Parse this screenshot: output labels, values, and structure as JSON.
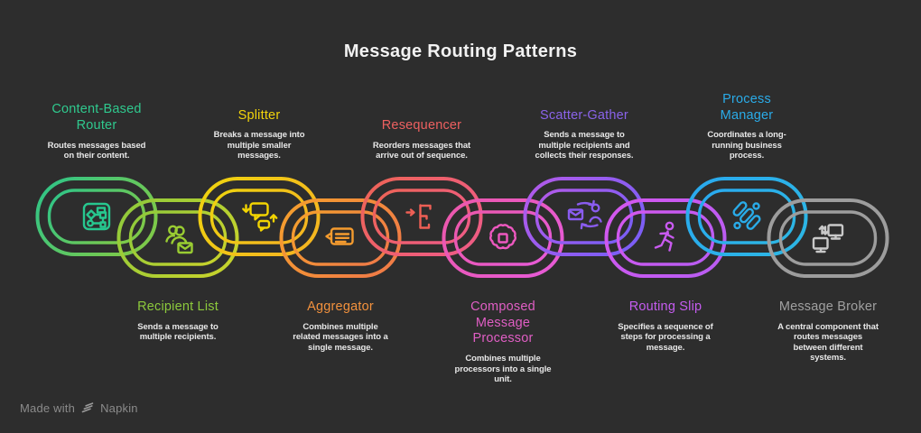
{
  "title": "Message Routing Patterns",
  "background_color": "#2d2d2d",
  "footer": {
    "made_with": "Made with",
    "brand": "Napkin"
  },
  "patterns": [
    {
      "name": "Content-Based Router",
      "label": "Content-Based\nRouter",
      "label_position": "top",
      "label_color": "#2fc98e",
      "description": "Routes messages based\non their content.",
      "icon": "chip-icon",
      "icon_color": "#27c78f",
      "link_gradient": [
        "#2bc48b",
        "#7cc94a"
      ]
    },
    {
      "name": "Recipient List",
      "label": "Recipient List",
      "label_position": "bottom",
      "label_color": "#8cc93c",
      "description": "Sends a message to\nmultiple recipients.",
      "icon": "recipients-envelope-icon",
      "icon_color": "#9acd32",
      "link_gradient": [
        "#8cc93c",
        "#c3d22d"
      ]
    },
    {
      "name": "Splitter",
      "label": "Splitter",
      "label_position": "top",
      "label_color": "#f2d40b",
      "description": "Breaks a message into\nmultiple smaller\nmessages.",
      "icon": "split-message-icon",
      "icon_color": "#f2d402",
      "link_gradient": [
        "#eed40e",
        "#f4b71f"
      ]
    },
    {
      "name": "Aggregator",
      "label": "Aggregator",
      "label_position": "bottom",
      "label_color": "#f2913d",
      "description": "Combines multiple\nrelated messages into a\nsingle message.",
      "icon": "message-lines-icon",
      "icon_color": "#f59b2e",
      "link_gradient": [
        "#f5a02c",
        "#f07d45"
      ]
    },
    {
      "name": "Resequencer",
      "label": "Resequencer",
      "label_position": "top",
      "label_color": "#ed6060",
      "description": "Reorders messages that\narrive out of sequence.",
      "icon": "reorder-flow-icon",
      "icon_color": "#ee5f55",
      "link_gradient": [
        "#ee6455",
        "#ee5c82"
      ]
    },
    {
      "name": "Composed Message Processor",
      "label": "Composed\nMessage\nProcessor",
      "label_position": "bottom",
      "label_color": "#e05ec4",
      "description": "Combines multiple\nprocessors into a single\nunit.",
      "icon": "brain-chip-icon",
      "icon_color": "#ee58c0",
      "link_gradient": [
        "#ec58a9",
        "#e75ad3"
      ]
    },
    {
      "name": "Scatter-Gather",
      "label": "Scatter-Gather",
      "label_position": "top",
      "label_color": "#8a63ea",
      "description": "Sends a message to\nmultiple recipients and\ncollects their responses.",
      "icon": "scatter-gather-icon",
      "icon_color": "#8a5cf0",
      "link_gradient": [
        "#b45ae9",
        "#7d5ef5"
      ]
    },
    {
      "name": "Routing Slip",
      "label": "Routing Slip",
      "label_position": "bottom",
      "label_color": "#c55cf0",
      "description": "Specifies a sequence of\nsteps for processing a\nmessage.",
      "icon": "runner-icon",
      "icon_color": "#c95af0",
      "link_gradient": [
        "#d557ee",
        "#bb5cf2"
      ]
    },
    {
      "name": "Process Manager",
      "label": "Process\nManager",
      "label_position": "top",
      "label_color": "#2aabe8",
      "description": "Coordinates a long-\nrunning business\nprocess.",
      "icon": "process-steps-icon",
      "icon_color": "#29abe8",
      "link_gradient": [
        "#29a9ef",
        "#2cb5e5"
      ]
    },
    {
      "name": "Message Broker",
      "label": "Message Broker",
      "label_position": "bottom",
      "label_color": "#a0a0a0",
      "description": "A central component that\nroutes messages\nbetween different\nsystems.",
      "icon": "monitors-sync-icon",
      "icon_color": "#c9c9c9",
      "link_gradient": [
        "#9d9d9d",
        "#9d9d9d"
      ]
    }
  ]
}
